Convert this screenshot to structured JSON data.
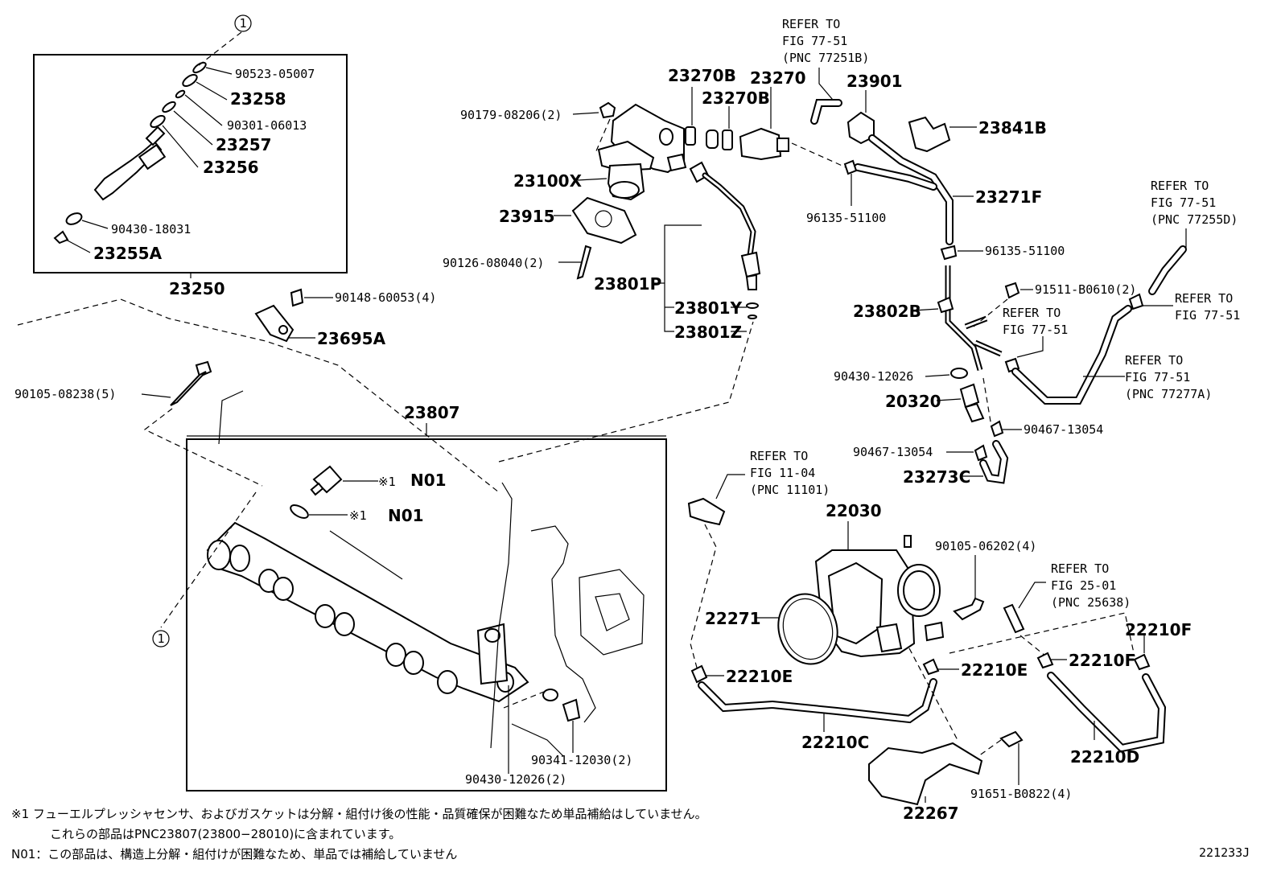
{
  "labels": {
    "p90523": "90523-05007",
    "p23258": "23258",
    "p90301": "90301-06013",
    "p23257": "23257",
    "p23256": "23256",
    "p90430a": "90430-18031",
    "p23255A": "23255A",
    "p23250": "23250",
    "p90148": "90148-60053(4)",
    "p23695A": "23695A",
    "p90105a": "90105-08238(5)",
    "p23807": "23807",
    "pN01a": "N01",
    "pN01b": "N01",
    "pMarkA": "※1",
    "pMarkB": "※1",
    "p90341": "90341-12030(2)",
    "p90430b": "90430-12026(2)",
    "p90179": "90179-08206(2)",
    "p23100X": "23100X",
    "p23915": "23915",
    "p90126": "90126-08040(2)",
    "p23801P": "23801P",
    "p23801Y": "23801Y",
    "p23801Z": "23801Z",
    "p23270B1": "23270B",
    "p23270": "23270",
    "p23270B2": "23270B",
    "p23901": "23901",
    "p23841B": "23841B",
    "p23271F": "23271F",
    "p96135a": "96135-51100",
    "p96135b": "96135-51100",
    "p23802B": "23802B",
    "p91511": "91511-B0610(2)",
    "p90430c": "90430-12026",
    "p20320": "20320",
    "p90467a": "90467-13054",
    "p90467b": "90467-13054",
    "p23273C": "23273C",
    "p22030": "22030",
    "p90105b": "90105-06202(4)",
    "p22271": "22271",
    "p22210E1": "22210E",
    "p22210E2": "22210E",
    "p22210F1": "22210F",
    "p22210F2": "22210F",
    "p22210C": "22210C",
    "p22210D": "22210D",
    "p22267": "22267",
    "p91651": "91651-B0822(4)",
    "circle1a": "1",
    "circle1b": "1"
  },
  "refs": {
    "r1_line1": "REFER TO",
    "r1_line2": "FIG 77-51",
    "r1_line3": "(PNC 77251B)",
    "r2_line1": "REFER TO",
    "r2_line2": "FIG 77-51",
    "r2_line3": "(PNC 77255D)",
    "r3_line1": "REFER TO",
    "r3_line2": "FIG 77-51",
    "r4_line1": "REFER TO",
    "r4_line2": "FIG 77-51",
    "r5_line1": "REFER TO",
    "r5_line2": "FIG 77-51",
    "r5_line3": "(PNC 77277A)",
    "r6_line1": "REFER TO",
    "r6_line2": "FIG 11-04",
    "r6_line3": "(PNC 11101)",
    "r7_line1": "REFER TO",
    "r7_line2": "FIG 25-01",
    "r7_line3": "(PNC 25638)"
  },
  "notes": {
    "note1": "※1 フューエルプレッシャセンサ、およびガスケットは分解・組付け後の性能・品質確保が困難なため単品補給はしていません。",
    "note2": "これらの部品はPNC23807(23800−28010)に含まれています。",
    "note3": "N01：この部品は、構造上分解・組付けが困難なため、単品では補給していません",
    "figure_code": "221233J"
  }
}
